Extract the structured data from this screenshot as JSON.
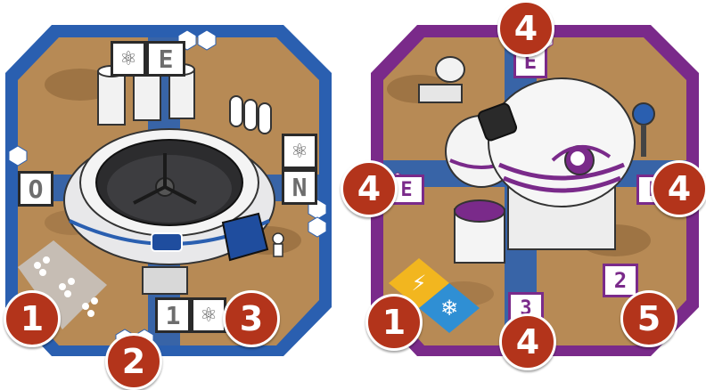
{
  "left_tile": {
    "frame_color": "#2a5fb0",
    "ground_color": "#b78a55",
    "labels": {
      "top": "E",
      "left": "O",
      "right": "N",
      "bottom": "1"
    },
    "icons": [
      "atom-icon",
      "molecule-icon",
      "ice-icon"
    ],
    "markers": [
      "1",
      "2",
      "3"
    ]
  },
  "right_tile": {
    "frame_color": "#7a2a8a",
    "ground_color": "#b78a55",
    "labels": {
      "top": "E",
      "left": "E",
      "right": "E",
      "bottom": "3",
      "flask": "2"
    },
    "icons": [
      "flask-icon",
      "lightning-icon",
      "snowflake-icon"
    ],
    "markers": [
      "4",
      "4",
      "4",
      "1",
      "4",
      "5"
    ]
  }
}
